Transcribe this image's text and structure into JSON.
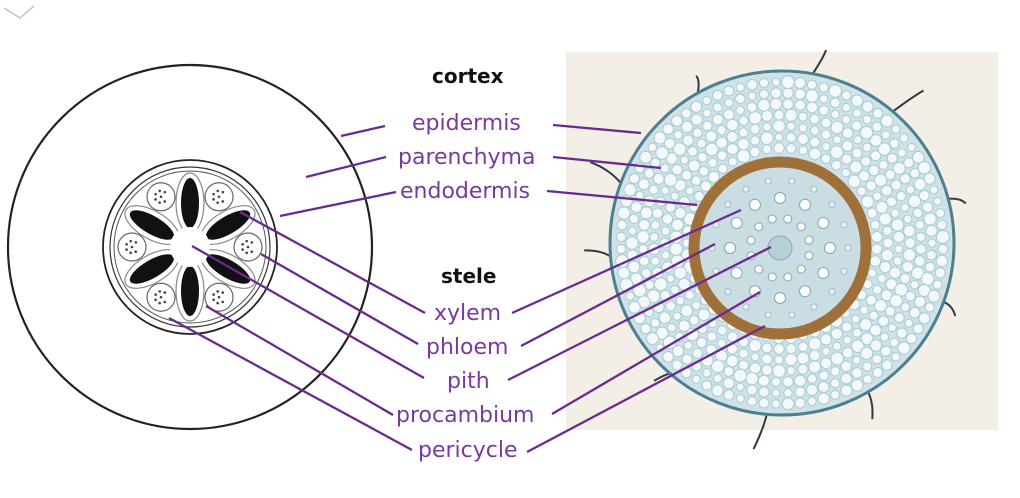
{
  "headers": {
    "cortex": "cortex",
    "stele": "stele"
  },
  "labels": {
    "epidermis": "epidermis",
    "parenchyma": "parenchyma",
    "endodermis": "endodermis",
    "xylem": "xylem",
    "phloem": "phloem",
    "pith": "pith",
    "procambium": "procambium",
    "pericycle": "pericycle"
  },
  "colors": {
    "label_text": "#7a3aa0",
    "leader_line": "#6a2a90",
    "xylem_fill": "#111111",
    "endodermis_band": "#a0703a",
    "micrograph_bg": "#f3eee6",
    "micrograph_cell": "#a9ccd6"
  },
  "icons": {
    "corner": "chevron-down-icon"
  }
}
